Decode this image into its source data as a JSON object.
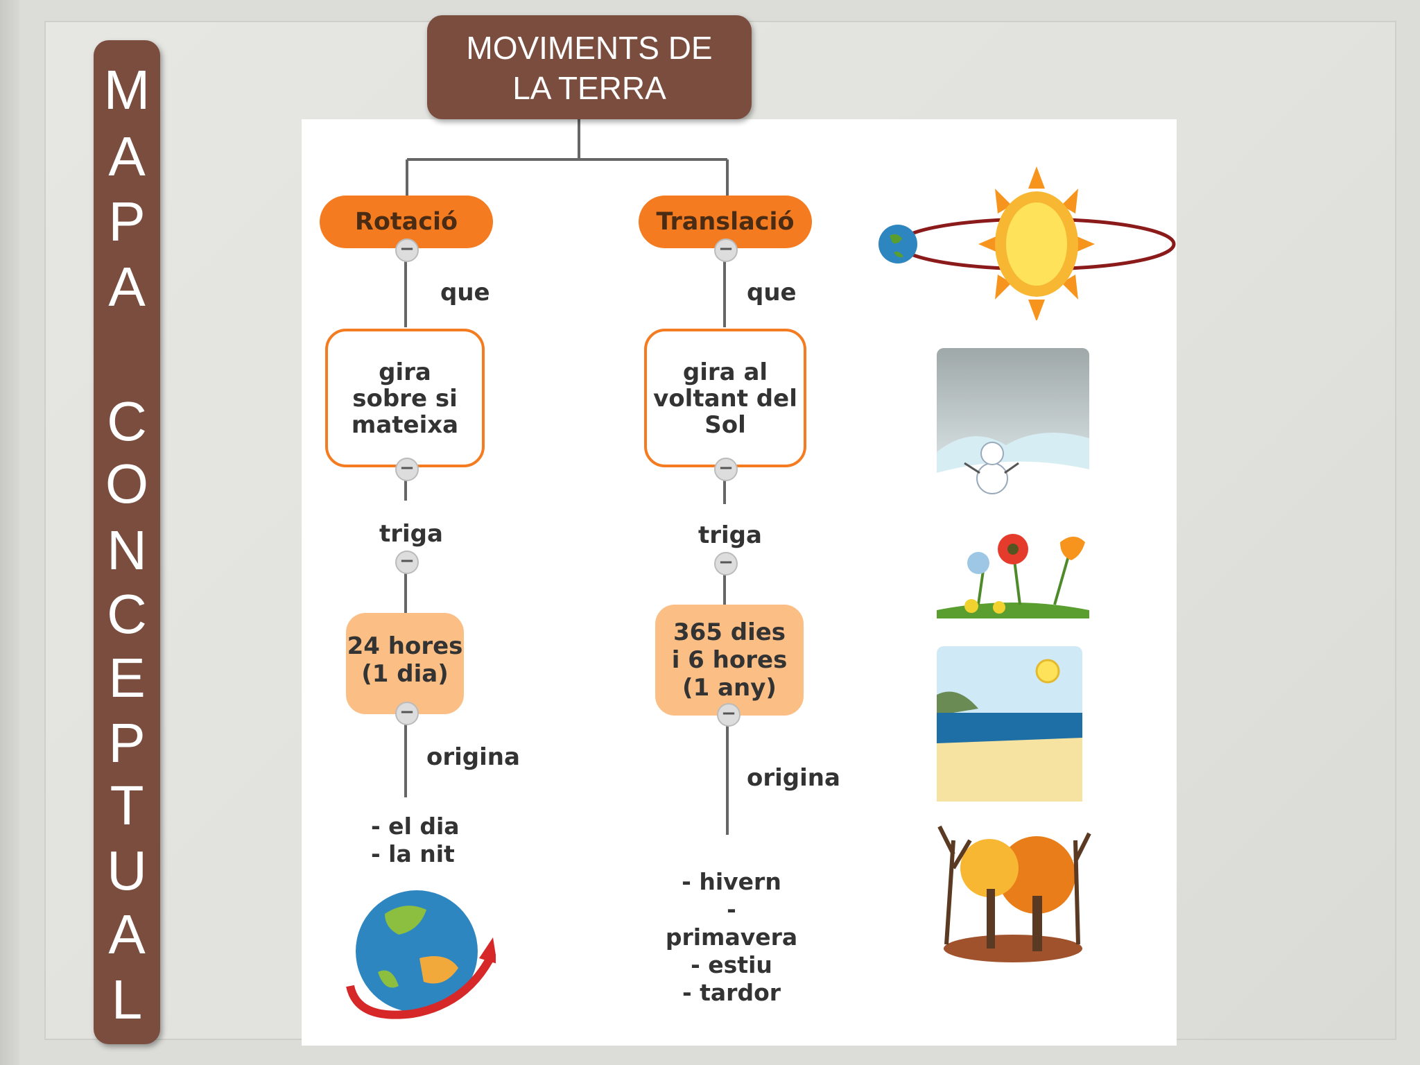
{
  "banner_letters": [
    "M",
    "A",
    "P",
    "A",
    "",
    "C",
    "O",
    "N",
    "C",
    "E",
    "P",
    "T",
    "U",
    "A",
    "L"
  ],
  "title": {
    "line1": "MOVIMENTS DE",
    "line2": "LA TERRA"
  },
  "colors": {
    "brown": "#7a4d3f",
    "orange": "#f47b20",
    "light_orange": "#fbbf86"
  },
  "rotation_branch": {
    "header": "Rotació",
    "link1": "que",
    "box": [
      "gira",
      "sobre si",
      "mateixa"
    ],
    "link2": "triga",
    "duration": [
      "24 hores",
      "(1 dia)"
    ],
    "link3": "origina",
    "results": [
      "- el dia",
      "- la nit"
    ]
  },
  "translation_branch": {
    "header": "Translació",
    "link1": "que",
    "box": [
      "gira al",
      "voltant del",
      "Sol"
    ],
    "link2": "triga",
    "duration": [
      "365 dies",
      "i 6 hores",
      "(1 any)"
    ],
    "link3": "origina",
    "results": [
      "- hivern",
      "- primavera",
      "- estiu",
      "- tardor"
    ]
  },
  "illustrations": [
    "earth-orbit-sun-icon",
    "winter-snowman-icon",
    "spring-flowers-icon",
    "summer-beach-icon",
    "autumn-trees-icon",
    "rotating-earth-icon"
  ]
}
